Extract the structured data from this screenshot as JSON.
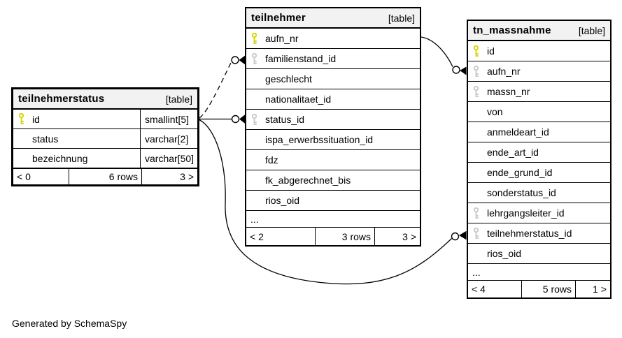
{
  "diagram": {
    "generator_note": "Generated by SchemaSpy",
    "colors": {
      "header_bg": "#f2f2f2",
      "row_bg": "#ffffff",
      "border": "#000000",
      "primary_key_icon": "#d9d400",
      "foreign_key_icon": "#c9c9c9",
      "edge": "#000000"
    }
  },
  "tables": [
    {
      "name": "teilnehmerstatus",
      "tag": "[table]",
      "columns": [
        {
          "name": "id",
          "type": "smallint[5]",
          "key": "primary"
        },
        {
          "name": "status",
          "type": "varchar[2]"
        },
        {
          "name": "bezeichnung",
          "type": "varchar[50]"
        }
      ],
      "footer": {
        "left": "< 0",
        "center": "6 rows",
        "right": "3 >"
      }
    },
    {
      "name": "teilnehmer",
      "tag": "[table]",
      "columns": [
        {
          "name": "aufn_nr",
          "key": "primary"
        },
        {
          "name": "familienstand_id",
          "key": "foreign"
        },
        {
          "name": "geschlecht"
        },
        {
          "name": "nationalitaet_id"
        },
        {
          "name": "status_id",
          "key": "foreign"
        },
        {
          "name": "ispa_erwerbssituation_id"
        },
        {
          "name": "fdz"
        },
        {
          "name": "fk_abgerechnet_bis"
        },
        {
          "name": "rios_oid"
        }
      ],
      "ellipsis": "...",
      "footer": {
        "left": "< 2",
        "center": "3 rows",
        "right": "3 >"
      }
    },
    {
      "name": "tn_massnahme",
      "tag": "[table]",
      "columns": [
        {
          "name": "id",
          "key": "primary"
        },
        {
          "name": "aufn_nr",
          "key": "foreign"
        },
        {
          "name": "massn_nr",
          "key": "foreign"
        },
        {
          "name": "von"
        },
        {
          "name": "anmeldeart_id"
        },
        {
          "name": "ende_art_id"
        },
        {
          "name": "ende_grund_id"
        },
        {
          "name": "sonderstatus_id"
        },
        {
          "name": "lehrgangsleiter_id",
          "key": "foreign"
        },
        {
          "name": "teilnehmerstatus_id",
          "key": "foreign"
        },
        {
          "name": "rios_oid"
        }
      ],
      "ellipsis": "...",
      "footer": {
        "left": "< 4",
        "center": "5 rows",
        "right": "1 >"
      }
    }
  ],
  "relationships": [
    {
      "from": "teilnehmerstatus.id",
      "to": "teilnehmer.familienstand_id",
      "style": "dashed"
    },
    {
      "from": "teilnehmerstatus.id",
      "to": "teilnehmer.status_id",
      "style": "solid"
    },
    {
      "from": "teilnehmer.aufn_nr",
      "to": "tn_massnahme.aufn_nr",
      "style": "solid"
    },
    {
      "from": "teilnehmerstatus.id",
      "to": "tn_massnahme.teilnehmerstatus_id",
      "style": "solid"
    }
  ]
}
